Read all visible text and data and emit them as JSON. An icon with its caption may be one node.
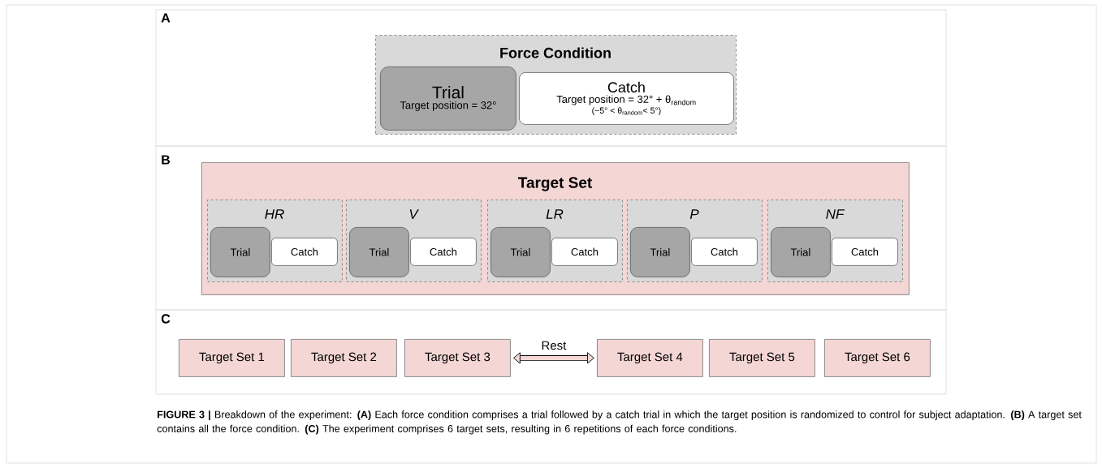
{
  "diagram": {
    "caption": "**FIGURE 3 |** Breakdown of the experiment: **(A)** Each force condition comprises a trial followed by a catch trial in which the target position is randomized to control for subject adaptation. **(B)** A target set contains all the force condition. **(C)** The experiment comprises 6 target sets, resulting in 6 repetitions of each force conditions.",
    "nodes": [
      {
        "text": [
          "Force Condition"
        ]
      },
      {
        "text": [
          "Trial",
          "Target position = 32°"
        ],
        "in": 0
      },
      {
        "text": [
          "Catch",
          "Target position = 32° + θ$_{random}$",
          "(−5° < θ$_{random}$< 5°)"
        ],
        "in": 0
      },
      {
        "text": [
          "Target Set"
        ]
      },
      {
        "text": [
          "HR"
        ],
        "in": 3
      },
      {
        "text": [
          "Trial"
        ],
        "in": 4
      },
      {
        "text": [
          "Catch"
        ],
        "in": 4
      },
      {
        "text": [
          "V"
        ],
        "in": 3
      },
      {
        "text": [
          "Trial"
        ],
        "in": 7
      },
      {
        "text": [
          "Catch"
        ],
        "in": 7
      },
      {
        "text": [
          "LR"
        ],
        "in": 3
      },
      {
        "text": [
          "Trial"
        ],
        "in": 10
      },
      {
        "text": [
          "Catch"
        ],
        "in": 10
      },
      {
        "text": [
          "P"
        ],
        "in": 3
      },
      {
        "text": [
          "Trial"
        ],
        "in": 13
      },
      {
        "text": [
          "Catch"
        ],
        "in": 13
      },
      {
        "text": [
          "NF"
        ],
        "in": 3
      },
      {
        "text": [
          "Trial"
        ],
        "in": 16
      },
      {
        "text": [
          "Catch"
        ],
        "in": 16
      },
      {
        "text": [
          "Target Set 1"
        ]
      },
      {
        "text": [
          "Target Set 2"
        ]
      },
      {
        "text": [
          "Target Set 3"
        ]
      },
      {
        "text": [
          "Target Set 4"
        ]
      },
      {
        "text": [
          "Target Set 5"
        ]
      },
      {
        "text": [
          "Target Set 6"
        ]
      }
    ],
    "edges": [
      {
        "from": 21,
        "to": 22,
        "arrow": "both",
        "label": "Rest"
      }
    ],
    "labels": [
      "A",
      "B",
      "C"
    ]
  }
}
